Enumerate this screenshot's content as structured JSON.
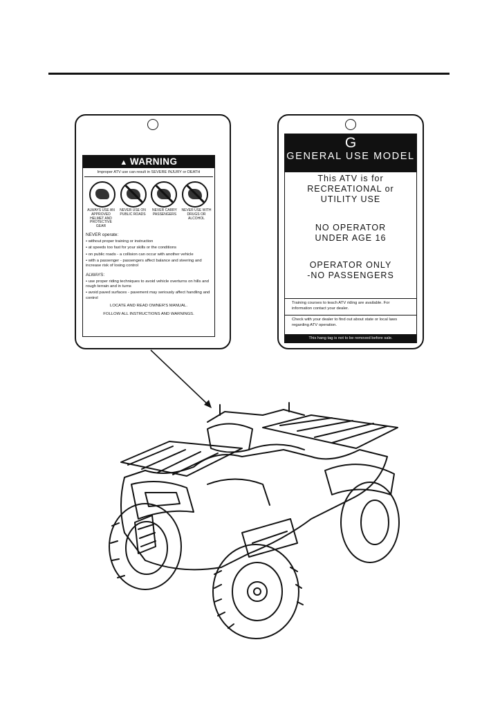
{
  "warning_tag": {
    "heading": "WARNING",
    "subtext": "Improper ATV use can result in SEVERE INJURY or DEATH",
    "captions": [
      "ALWAYS USE AN APPROVED HELMET AND PROTECTIVE GEAR",
      "NEVER USE ON PUBLIC ROADS",
      "NEVER CARRY PASSENGERS",
      "NEVER USE WITH DRUGS OR ALCOHOL"
    ],
    "never_header": "NEVER operate:",
    "never_items": [
      "• without proper training or instruction",
      "• at speeds too fast for your skills or the conditions",
      "• on public roads - a collision can occur with another vehicle",
      "• with a passenger - passengers affect balance and steering and increase risk of losing control"
    ],
    "always_header": "ALWAYS:",
    "always_items": [
      "• use proper riding techniques to avoid vehicle overturns on hills and rough terrain and in turns",
      "• avoid paved surfaces - pavement may seriously affect handling and control"
    ],
    "footer_1": "LOCATE AND READ OWNER'S MANUAL.",
    "footer_2": "FOLLOW ALL INSTRUCTIONS AND WARNINGS."
  },
  "general_tag": {
    "letter": "G",
    "model": "GENERAL USE MODEL",
    "line_1": "This ATV is for",
    "line_2": "RECREATIONAL or",
    "line_3": "UTILITY USE",
    "line_4": "NO OPERATOR",
    "line_5": "UNDER AGE 16",
    "line_6": "OPERATOR ONLY",
    "line_7": "-NO PASSENGERS",
    "training": "Training courses to teach ATV riding are available. For information contact your dealer.",
    "check": "Check with your dealer to find out about state or local laws regarding ATV operation.",
    "footer": "This hang tag is not to be removed before sale."
  }
}
